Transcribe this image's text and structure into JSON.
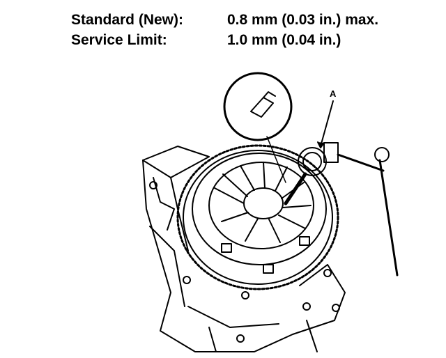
{
  "specs": [
    {
      "label": "Standard (New):",
      "value": "0.8 mm (0.03 in.) max."
    },
    {
      "label": "Service Limit:",
      "value": "1.0 mm (0.04 in.)"
    }
  ],
  "figure": {
    "callout_label": "A",
    "icons": [
      "clutch-pressure-plate-illustration",
      "dial-indicator-icon",
      "magnified-contact-tip-icon"
    ]
  }
}
